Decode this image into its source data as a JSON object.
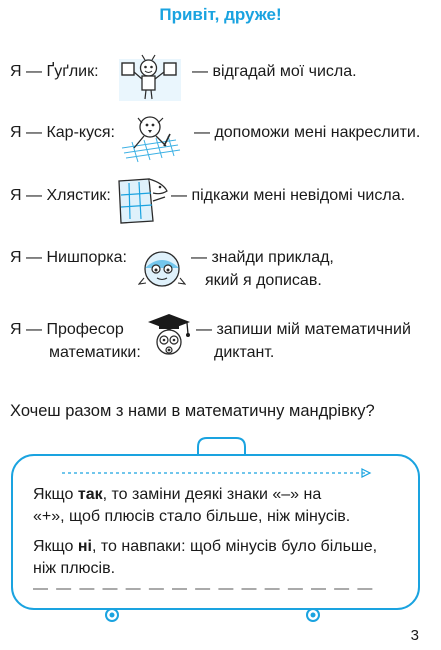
{
  "title": "Привіт, друже!",
  "intros": [
    {
      "name": "Ґуґлик",
      "lead": "Я — Ґуґлик:",
      "text1": "— відгадай мої числа.",
      "text2": ""
    },
    {
      "name": "Кар-куся",
      "lead": "Я — Кар-куся:",
      "text1": "— допоможи мені накреслити.",
      "text2": ""
    },
    {
      "name": "Хлястик",
      "lead": "Я — Хлястик:",
      "text1": "— підкажи мені невідомі числа.",
      "text2": ""
    },
    {
      "name": "Нишпорка",
      "lead": "Я — Нишпорка:",
      "text1": "— знайди приклад,",
      "text2": "який я дописав."
    },
    {
      "name": "Професор математики",
      "lead": "Я — Професор",
      "lead2": "математики:",
      "text1": "— запиши мій математичний",
      "text2": "диктант."
    }
  ],
  "question": "Хочеш разом з нами в математичну мандрівку?",
  "task": {
    "p1_pre": "Якщо ",
    "p1_bold": "так",
    "p1_line1_rest": ", то заміни деякі знаки «–» на",
    "p1_line2": "«+», щоб плюсів стало більше, ніж мінусів.",
    "p2_pre": "Якщо ",
    "p2_bold": "ні",
    "p2_line1_rest": ", то навпаки: щоб мінусів було більше,",
    "p2_line2": "ніж плюсів.",
    "answer_line": "— — — — — — — — — — — — — — —"
  },
  "page_number": "3",
  "colors": {
    "accent": "#1aa3e0",
    "text": "#1a1a1a",
    "line": "#9a9a9a"
  }
}
